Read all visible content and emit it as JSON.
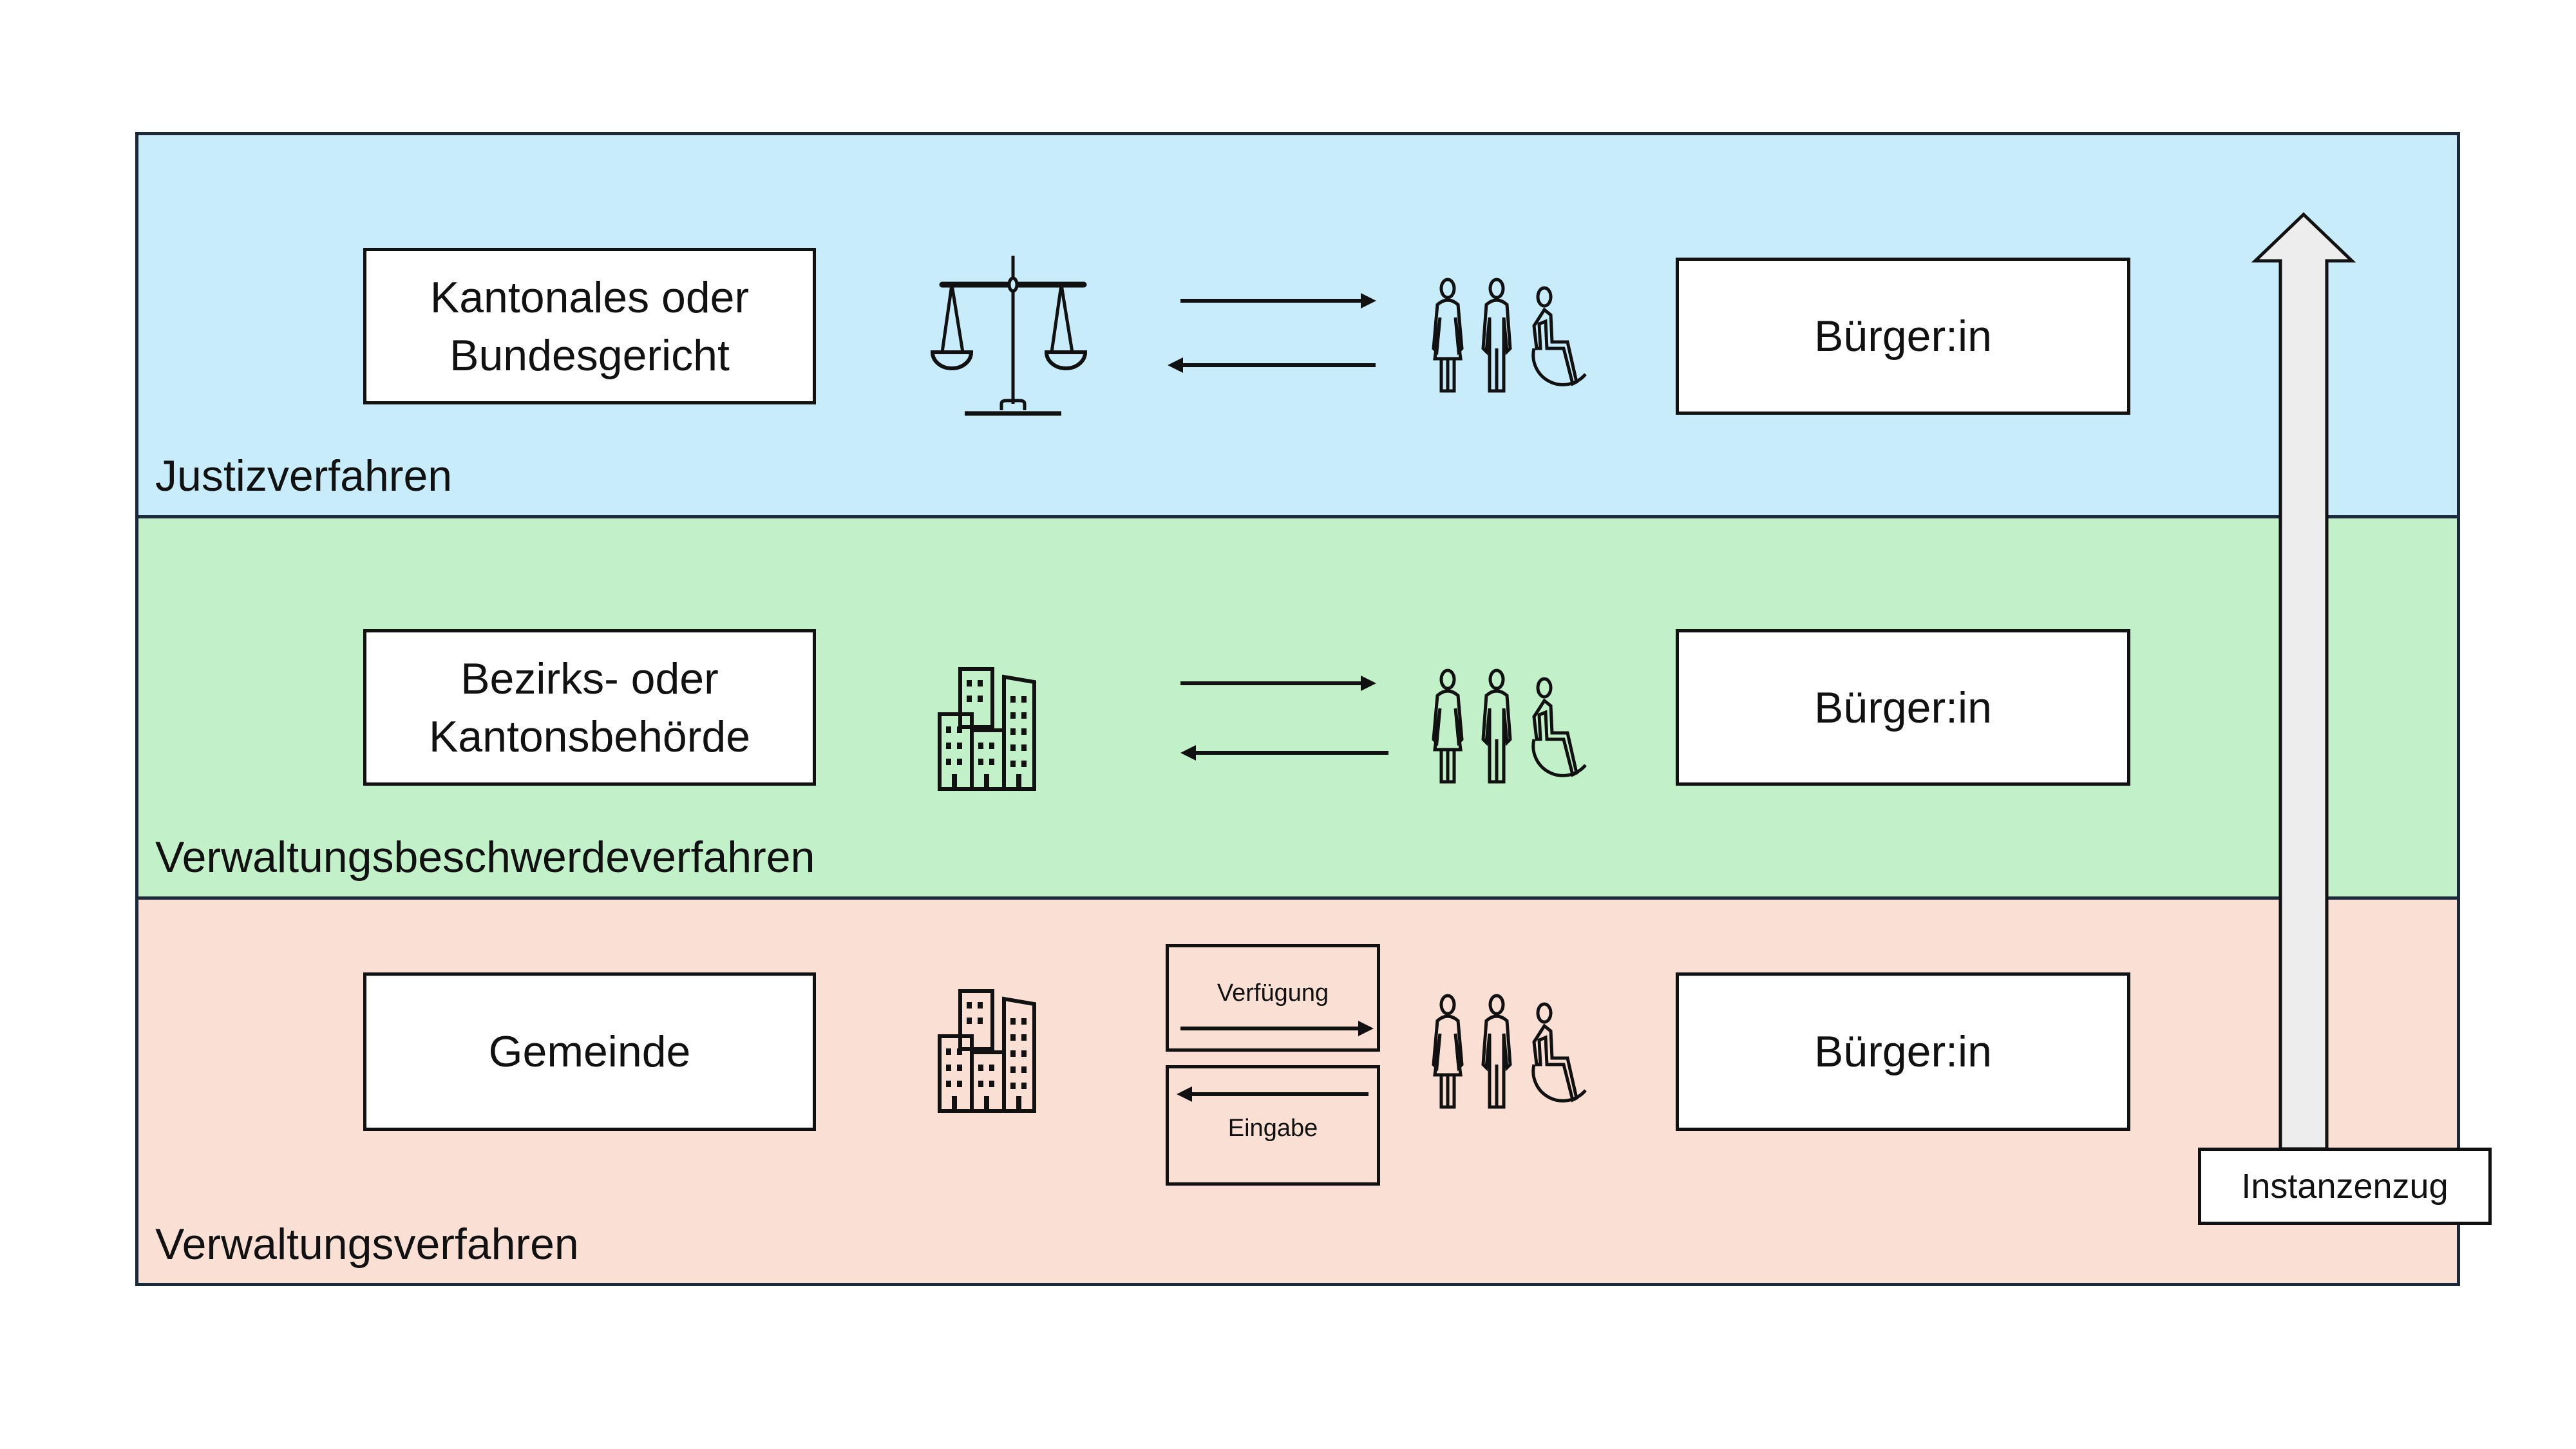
{
  "colors": {
    "justiz": "#C9ECFA",
    "beschwerde": "#C2F0C8",
    "verwaltung": "#FAE0D4",
    "instanz_arrow": "#EDEDED",
    "stroke": "#111111"
  },
  "levels": [
    {
      "label": "Justizverfahren",
      "authority": [
        "Kantonales oder",
        "Bundesgericht"
      ],
      "authority_icon": "scales-of-justice-icon",
      "citizen": "Bürger:in"
    },
    {
      "label": "Verwaltungsbeschwerdeverfahren",
      "authority": [
        "Bezirks- oder",
        "Kantonsbehörde"
      ],
      "authority_icon": "buildings-icon",
      "citizen": "Bürger:in"
    },
    {
      "label": "Verwaltungsverfahren",
      "authority": [
        "Gemeinde"
      ],
      "authority_icon": "buildings-icon",
      "citizen": "Bürger:in",
      "to_citizen": "Verfügung",
      "to_authority": "Eingabe"
    }
  ],
  "citizen_icon": "people-accessibility-icon",
  "instanzenzug": "Instanzenzug"
}
